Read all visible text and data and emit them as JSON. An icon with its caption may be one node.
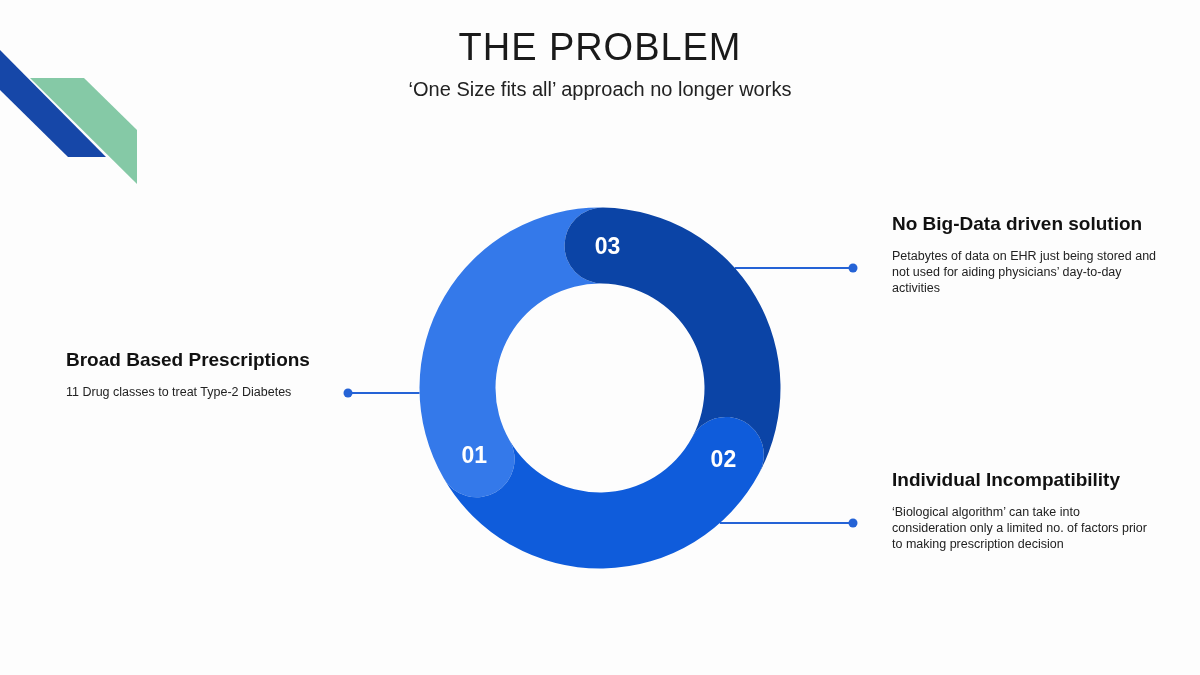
{
  "diagram": {
    "title": "THE PROBLEM",
    "nodes": [
      {
        "text": [
          "01"
        ]
      },
      {
        "text": [
          "02"
        ]
      },
      {
        "text": [
          "03"
        ]
      },
      {
        "text": [
          "Broad Based Prescriptions",
          "11 Drug classes to treat Type-2 Diabetes"
        ]
      },
      {
        "text": [
          "No Big-Data driven solution",
          "Petabytes of data on EHR just being stored and not used for aiding physicians’ day-to-day activities"
        ]
      },
      {
        "text": [
          "Individual Incompatibility",
          "‘Biological algorithm’ can take into consideration only a limited no. of factors prior to making prescription decision"
        ]
      }
    ],
    "edges": [
      {
        "from": 3,
        "to": 0,
        "arrow": "other"
      },
      {
        "from": 4,
        "to": 2,
        "arrow": "other"
      },
      {
        "from": 5,
        "to": 1,
        "arrow": "other"
      }
    ],
    "labels": [
      "‘One Size fits all’ approach no longer works"
    ]
  }
}
